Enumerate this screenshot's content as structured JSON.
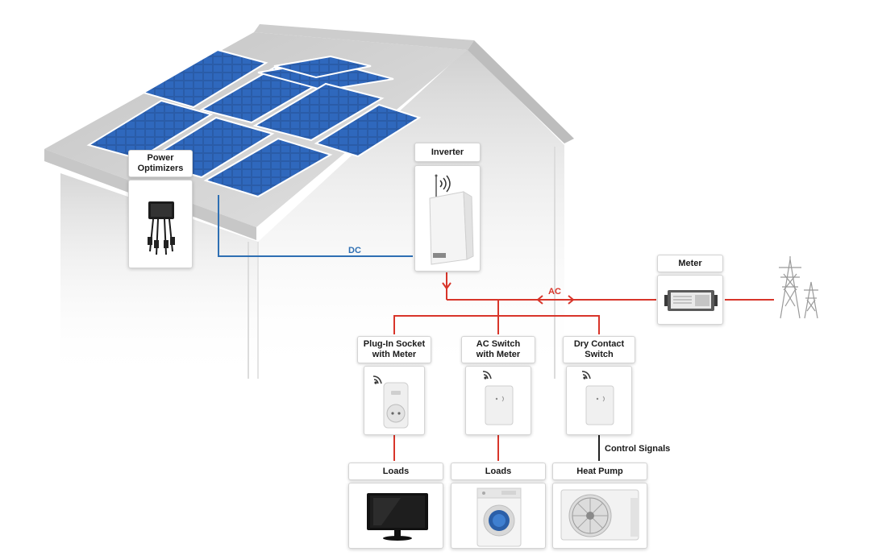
{
  "colors": {
    "dc_wire": "#2e6fb3",
    "ac_wire": "#d8352a",
    "signal_wire": "#222222",
    "panel_blue": "#1f4f9e",
    "house_grey": "#d9d9d9"
  },
  "wires": {
    "dc_label": "DC",
    "ac_label": "AC",
    "control_label": "Control Signals"
  },
  "components": {
    "power_optimizers": {
      "label": "Power\nOptimizers",
      "icon": "optimizer-icon"
    },
    "inverter": {
      "label": "Inverter",
      "icon": "inverter-icon"
    },
    "meter": {
      "label": "Meter",
      "icon": "meter-icon"
    },
    "plug_in_socket": {
      "label": "Plug-In Socket\nwith Meter",
      "icon": "plug-socket-icon"
    },
    "ac_switch": {
      "label": "AC Switch\nwith Meter",
      "icon": "ac-switch-icon"
    },
    "dry_contact": {
      "label": "Dry Contact\nSwitch",
      "icon": "dry-contact-icon"
    }
  },
  "loads": [
    {
      "label": "Loads",
      "icon": "tv-icon"
    },
    {
      "label": "Loads",
      "icon": "washing-machine-icon"
    },
    {
      "label": "Heat Pump",
      "icon": "heat-pump-icon"
    }
  ]
}
